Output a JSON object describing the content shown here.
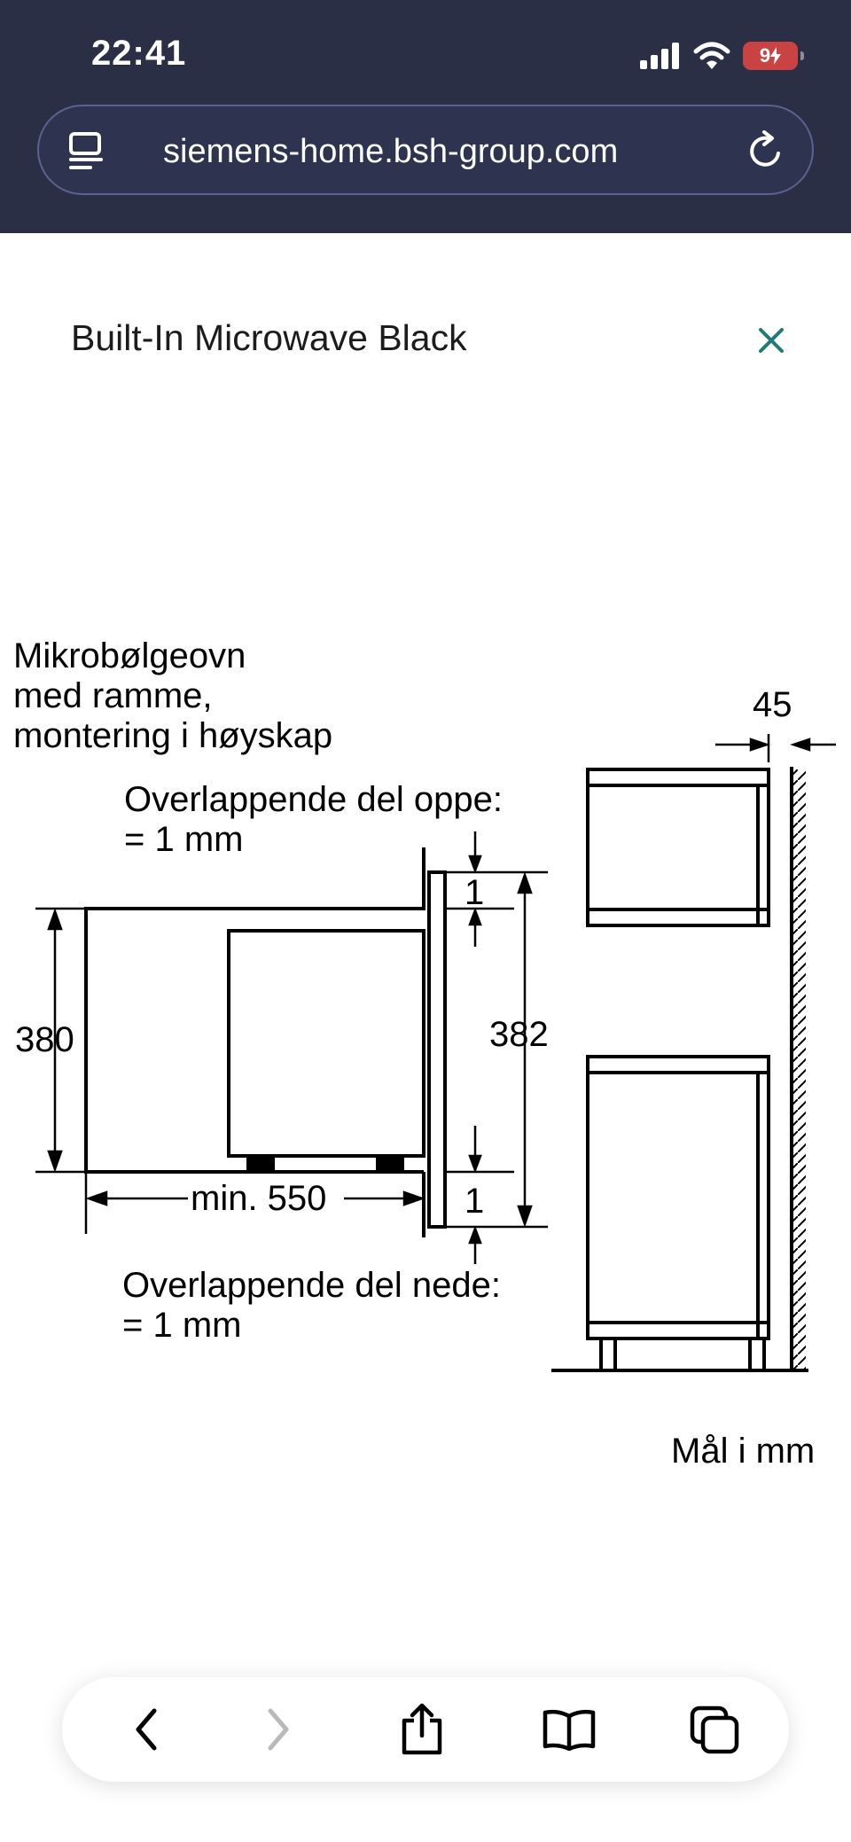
{
  "status_bar": {
    "time": "22:41",
    "battery": "9"
  },
  "browser": {
    "url": "siemens-home.bsh-group.com"
  },
  "page": {
    "title": "Built-In Microwave Black"
  },
  "drawing": {
    "heading": [
      "Mikrobølgeovn",
      "med ramme,",
      "montering i høyskap"
    ],
    "overlap_top": [
      "Overlappende del oppe:",
      "= 1 mm"
    ],
    "overlap_bottom": [
      "Overlappende del nede:",
      "= 1 mm"
    ],
    "dim_height": "380",
    "dim_frame_height": "382",
    "dim_depth": "min. 550",
    "dim_top_gap": "1",
    "dim_bottom_gap": "1",
    "dim_wall_gap": "45",
    "units_note": "Mål i mm"
  },
  "icons": {
    "tabs": "tab-overview-icon",
    "reload": "reload-icon",
    "close": "close-icon",
    "back": "chevron-left-icon",
    "forward": "chevron-right-icon",
    "share": "share-icon",
    "bookmarks": "book-icon",
    "tabs_switch": "tabs-icon"
  },
  "colors": {
    "chrome": "#2a2f45",
    "accent_close": "#1f7a78",
    "battery": "#c94343"
  }
}
